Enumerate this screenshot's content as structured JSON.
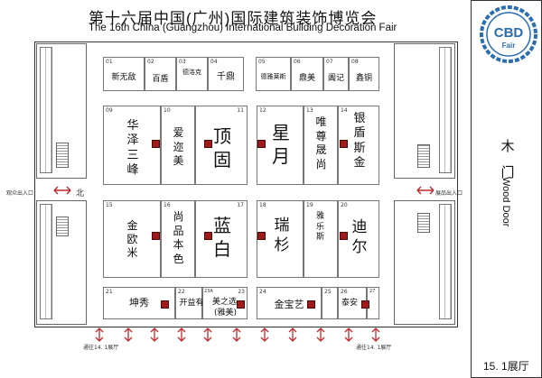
{
  "title": {
    "cn": "第十六届中国(广州)国际建筑装饰博览会",
    "en": "The 16th China (Guangzhou) International Building Decoration Fair"
  },
  "logo": {
    "text_top": "CBD",
    "text_bottom": "Fair"
  },
  "side_label_cn": "木门",
  "side_label_en": "Wood Door",
  "hall_label": "15. 1展厅",
  "entrances": {
    "left": "观众出入口",
    "left_char": "北",
    "right": "展品出入口",
    "bottom_a": "通往14. 1展厅",
    "bottom_b": "通往14. 1展厅"
  },
  "booths": {
    "b01": {
      "num": "01",
      "name": "新无敌"
    },
    "b02": {
      "num": "02",
      "name": "百盾"
    },
    "b03": {
      "num": "03",
      "name": "德洛克"
    },
    "b04": {
      "num": "04",
      "name": "千鼎"
    },
    "b05": {
      "num": "05",
      "name": "德雅莱斯"
    },
    "b06": {
      "num": "06",
      "name": "鼎美"
    },
    "b07": {
      "num": "07",
      "name": "阖记"
    },
    "b08": {
      "num": "08",
      "name": "鑫铜"
    },
    "b09": {
      "num": "09",
      "name": "华泽三峰"
    },
    "b10": {
      "num": "10",
      "name": "爱迩美"
    },
    "b11": {
      "num": "11",
      "name": "顶固"
    },
    "b12": {
      "num": "12",
      "name": "星月"
    },
    "b13": {
      "num": "13",
      "name": "唯尊晟尚"
    },
    "b14": {
      "num": "14",
      "name": "银盾斯金"
    },
    "b15": {
      "num": "15",
      "name": "金欧米"
    },
    "b16": {
      "num": "16",
      "name": "尚品本色"
    },
    "b17": {
      "num": "17",
      "name": "蓝白"
    },
    "b18": {
      "num": "18",
      "name": "瑞杉"
    },
    "b19": {
      "num": "19",
      "name": "雅乐斯"
    },
    "b20": {
      "num": "20",
      "name": "迪尔"
    },
    "b21": {
      "num": "21",
      "name": "坤秀"
    },
    "b22": {
      "num": "22",
      "name": "开益有"
    },
    "b23": {
      "num": "23",
      "name": "美之选",
      "sub": "(雅美)"
    },
    "b23a": {
      "num": "23A"
    },
    "b24": {
      "num": "24",
      "name": "金宝艺"
    },
    "b25": {
      "num": "25"
    },
    "b26": {
      "num": "26",
      "name": "泰安"
    },
    "b27": {
      "num": "27"
    }
  },
  "colors": {
    "marker": "#a01a1a",
    "arrow": "#c0282c",
    "logo": "#2a6db0"
  }
}
